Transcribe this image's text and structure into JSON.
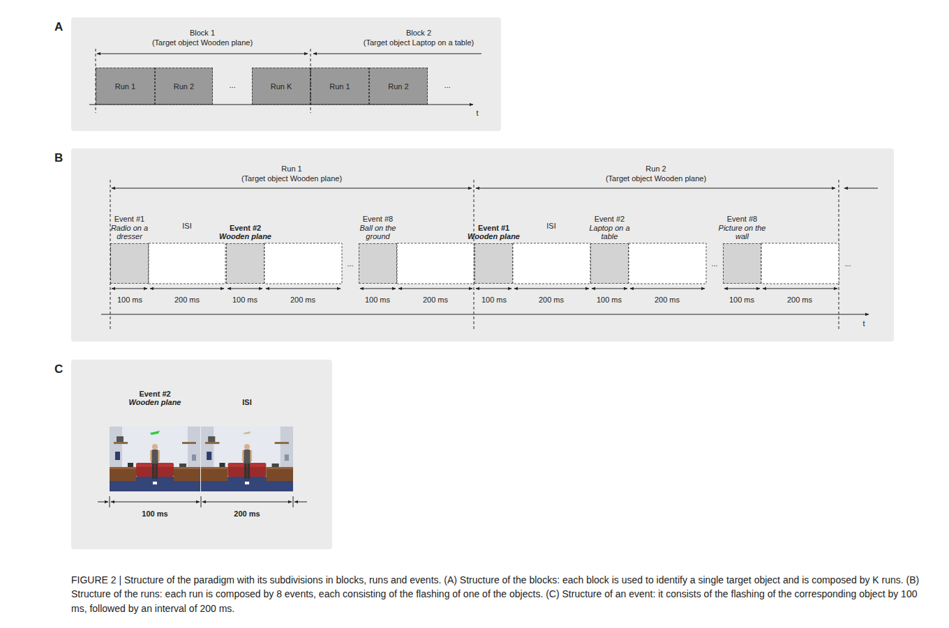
{
  "diagram": {
    "caption": "FIGURE 2 | Structure of the paradigm with its subdivisions in blocks, runs and events. (A) Structure of the blocks: each block is used to identify a single target object and is composed by K runs. (B) Structure of the runs: each run is composed by 8 events, each consisting of the flashing of one of the objects. (C) Structure of an event: it consists of the flashing of the corresponding object by 100 ms, followed by an interval of 200 ms.",
    "nodes": [
      {
        "text": [
          "A"
        ]
      },
      {
        "text": [
          "Run 1"
        ],
        "in": 0
      },
      {
        "text": [
          "Run 2"
        ],
        "in": 0
      },
      {
        "text": [
          "Run K"
        ],
        "in": 0
      },
      {
        "text": [
          "Run 1"
        ],
        "in": 0
      },
      {
        "text": [
          "Run 2"
        ],
        "in": 0
      },
      {
        "text": [
          "B"
        ]
      },
      {
        "text": [
          "Event #1",
          "Radio on a dresser"
        ],
        "in": 6
      },
      {
        "text": [
          "Event #2",
          "Wooden plane"
        ],
        "in": 6
      },
      {
        "text": [
          "Event #8",
          "Ball on the ground"
        ],
        "in": 6
      },
      {
        "text": [
          "Event #1",
          "Wooden plane"
        ],
        "in": 6
      },
      {
        "text": [
          "Event #2",
          "Laptop on a table"
        ],
        "in": 6
      },
      {
        "text": [
          "Event #8",
          "Picture on the wall"
        ],
        "in": 6
      },
      {
        "text": [
          "C"
        ]
      },
      {
        "text": [
          "Event #2",
          "Wooden plane"
        ],
        "in": 13
      },
      {
        "text": [
          "ISI"
        ],
        "in": 13
      }
    ],
    "labels": [
      "Block 1",
      "(Target object Wooden plane)",
      "Block 2",
      "(Target object Laptop on a table)",
      "...",
      "...",
      "t",
      "Run 1",
      "(Target object Wooden plane)",
      "Run 2",
      "(Target object Wooden plane)",
      "ISI",
      "ISI",
      "...",
      "...",
      "...",
      "100 ms",
      "200 ms",
      "100 ms",
      "200 ms",
      "100 ms",
      "200 ms",
      "100 ms",
      "200 ms",
      "100 ms",
      "200 ms",
      "100 ms",
      "200 ms",
      "t",
      "100 ms",
      "200 ms"
    ]
  }
}
